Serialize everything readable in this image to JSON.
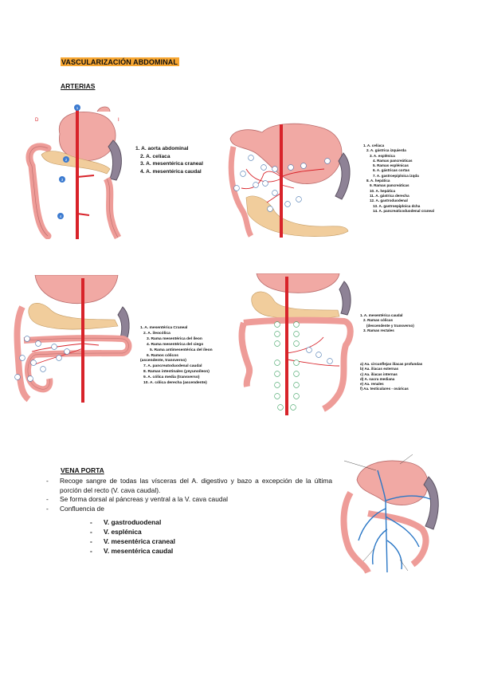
{
  "title": "VASCULARIZACIÓN ABDOMINAL",
  "subtitle": "ARTERIAS",
  "fig1": {
    "side_left": "D",
    "side_right": "I",
    "dot_labels": [
      "1",
      "2",
      "3",
      "4"
    ],
    "legend": [
      "1. A. aorta abdominal",
      "2. A. celíaca",
      "3. A. mesentérica craneal",
      "4. A. mesentérica caudal"
    ]
  },
  "fig2": {
    "legend": [
      "1. A. celíaca",
      "2. A. gástrica izquierda",
      "3. A. esplénica",
      "4. Ramas pancreáticas",
      "5. Ramas esplénicas",
      "6. A. gástricas cortas",
      "7. A. gastroepiploica izqda",
      "8. A. hepática",
      "9. Ramas pancreáticas",
      "10. A. hepática",
      "11. A. gástrica derecha",
      "12. A. gastroduodenal",
      "13. A. gastroepiploica dcha",
      "14. A. pancreaticoduodenal craneal"
    ]
  },
  "fig3": {
    "legend": [
      "1. A. mesentérica Craneal",
      "2. A. ileocólica",
      "3. Rama mesentérica del íleon",
      "4. Rama mesentérica del ciego",
      "5. Rama antimesentérica del íleon",
      "6. Ramos cólicos",
      "(ascendente, transverso)",
      "7. A. pancreatoduodenal caudal",
      "8. Ramas intestinales (yeyunoíleon)",
      "9. A. cólica media (transverso)",
      "10. A. cólica derecha (ascendente)"
    ]
  },
  "fig4": {
    "legend_a": [
      "1. A. mesentérica caudal",
      "2. Ramas cólicas",
      "(descendente y transverso)",
      "3. Ramas rectales"
    ],
    "legend_b": [
      "a) Aa. circunflejas ilíacas profundas",
      "b) Aa. ilíacas externas",
      "c) Aa. ilíacas internas",
      "d) A. sacra mediana",
      "e) Aa. renales",
      "f) Aa. testiculares - ováricas"
    ]
  },
  "porta": {
    "heading": "VENA PORTA",
    "bullets": [
      "Recoge sangre de todas las vísceras del A. digestivo y bazo a excepción de la última porción del recto (V. cava caudal).",
      "Se forma dorsal al páncreas y ventral a la V. cava caudal",
      "Confluencia de"
    ],
    "tributaries": [
      "V. gastroduodenal",
      "V. esplénica",
      "V. mesentérica craneal",
      "V. mesentérica caudal"
    ]
  },
  "colors": {
    "highlight": "#f7a631",
    "artery": "#d8232a",
    "stomach": "#f1a9a4",
    "intestine": "#ee9c98",
    "pancreas": "#f1cd9c",
    "spleen": "#8e8296",
    "dot": "#3c7bd0",
    "vein": "#2a77c6"
  }
}
